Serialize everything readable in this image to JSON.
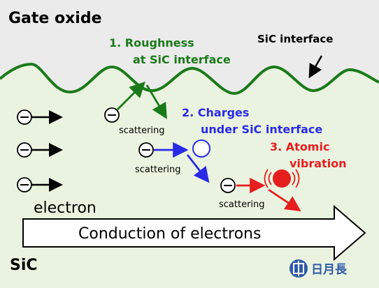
{
  "labels": {
    "gate_oxide": "Gate oxide",
    "sic_interface": "SiC interface",
    "roughness_line1": "1. Roughness",
    "roughness_line2": "at SiC interface",
    "charges_line1": "2. Charges",
    "charges_line2": "under SiC interface",
    "atomic_line1": "3. Atomic",
    "atomic_line2": "vibration",
    "scattering": "scattering",
    "electron": "electron",
    "conduction": "Conduction of electrons",
    "sic": "SiC",
    "logo_text": "日月長"
  },
  "colors": {
    "oxide_bg": "#ebebeb",
    "sic_bg": "#eaf3e0",
    "roughness": "#1a7a1a",
    "charges": "#2a2ae6",
    "atomic": "#e61e1e",
    "logo": "#2f5aa8"
  },
  "icons": [
    "electron-icon",
    "arrow-icon",
    "right-arrow-icon",
    "logo-icon"
  ]
}
